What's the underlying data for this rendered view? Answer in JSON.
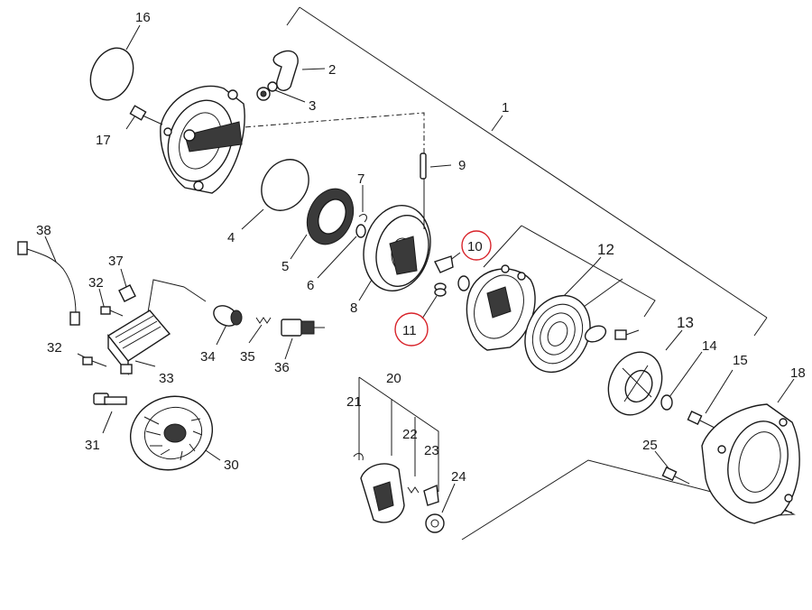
{
  "labels": {
    "p1": "1",
    "p2": "2",
    "p3": "3",
    "p4": "4",
    "p5": "5",
    "p6": "6",
    "p7": "7",
    "p8": "8",
    "p9": "9",
    "p10": "10",
    "p11": "11",
    "p12": "12",
    "p13": "13",
    "p14": "14",
    "p15": "15",
    "p16": "16",
    "p17": "17",
    "p18": "18",
    "p20": "20",
    "p21": "21",
    "p22": "22",
    "p23": "23",
    "p24": "24",
    "p25": "25",
    "p30": "30",
    "p31": "31",
    "p32a": "32",
    "p32b": "32",
    "p33": "33",
    "p34": "34",
    "p35": "35",
    "p36": "36",
    "p37": "37",
    "p38": "38"
  },
  "colors": {
    "ink": "#1a1a1a",
    "highlight": "#d8232a",
    "background": "#ffffff"
  }
}
